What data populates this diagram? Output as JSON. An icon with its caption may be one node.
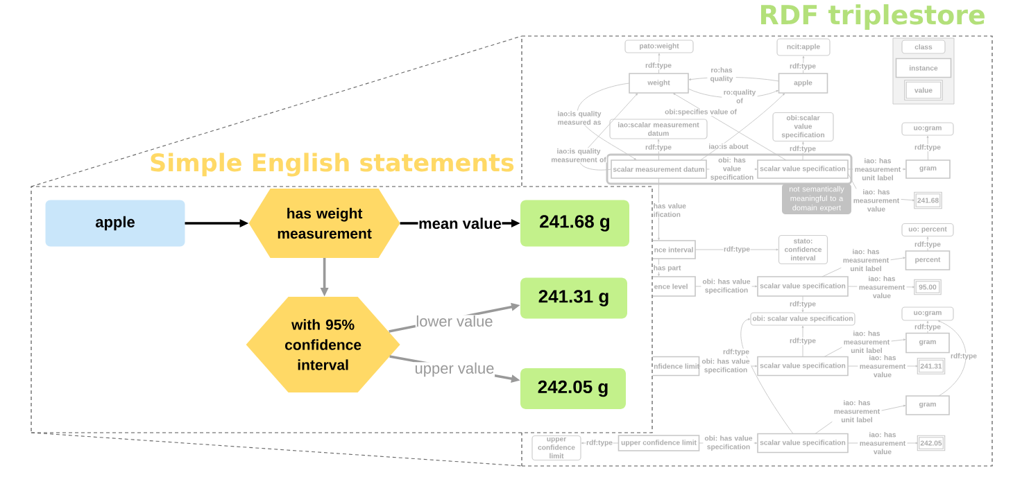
{
  "diagram": {
    "nodes": [
      {
        "text": [
          "RDF triplestore"
        ]
      },
      {
        "text": [
          "pato:weight"
        ],
        "in": 0
      },
      {
        "text": [
          "ncit:apple"
        ],
        "in": 0
      },
      {
        "text": [
          "weight"
        ],
        "in": 0
      },
      {
        "text": [
          "apple"
        ],
        "in": 0
      },
      {
        "text": [
          "iao:scalar measurement datum"
        ],
        "in": 0
      },
      {
        "text": [
          "obi:scalar value specification"
        ],
        "in": 0
      },
      {
        "text": [
          "uo:gram"
        ],
        "in": 0
      },
      {
        "text": [
          "not semantically meaningful to a domain expert"
        ],
        "in": 0
      },
      {
        "text": [
          "scalar measurement datum"
        ],
        "in": 8
      },
      {
        "text": [
          "scalar value specification"
        ],
        "in": 8
      },
      {
        "text": [
          "gram"
        ],
        "in": 0
      },
      {
        "text": [
          "241.68"
        ],
        "in": 0
      },
      {
        "text": [
          "nce interval"
        ],
        "in": 0
      },
      {
        "text": [
          "stato: confidence interval"
        ],
        "in": 0
      },
      {
        "text": [
          "uo: percent"
        ],
        "in": 0
      },
      {
        "text": [
          "percent"
        ],
        "in": 0
      },
      {
        "text": [
          "ence level"
        ],
        "in": 0
      },
      {
        "text": [
          "scalar value specification"
        ],
        "in": 0
      },
      {
        "text": [
          "95.00"
        ],
        "in": 0
      },
      {
        "text": [
          "obi: scalar value specification"
        ],
        "in": 0
      },
      {
        "text": [
          "uo:gram"
        ],
        "in": 0
      },
      {
        "text": [
          "gram"
        ],
        "in": 0
      },
      {
        "text": [
          "nfidence limit"
        ],
        "in": 0
      },
      {
        "text": [
          "scalar value specification"
        ],
        "in": 0
      },
      {
        "text": [
          "241.31"
        ],
        "in": 0
      },
      {
        "text": [
          "gram"
        ],
        "in": 0
      },
      {
        "text": [
          "upper confidence limit"
        ],
        "in": 0
      },
      {
        "text": [
          "upper confidence limit"
        ],
        "in": 0
      },
      {
        "text": [
          "scalar value specification"
        ],
        "in": 0
      },
      {
        "text": [
          "242.05"
        ],
        "in": 0
      },
      {
        "text": [
          "Simple English statements"
        ]
      },
      {
        "text": [
          "apple"
        ],
        "in": 31
      },
      {
        "text": [
          "has weight measurement"
        ],
        "in": 31
      },
      {
        "text": [
          "241.68 g"
        ]
      },
      {
        "text": [
          "with 95% confidence interval"
        ],
        "in": 31
      },
      {
        "text": [
          "241.31 g"
        ]
      },
      {
        "text": [
          "242.05 g"
        ]
      }
    ],
    "edges": [
      {
        "from": 3,
        "to": 1,
        "arrow": "to",
        "label": "rdf:type"
      },
      {
        "from": 4,
        "to": 2,
        "arrow": "to",
        "label": "rdf:type"
      },
      {
        "from": 4,
        "to": 3,
        "arrow": "to",
        "label": "ro:has quality"
      },
      {
        "from": 3,
        "to": 4,
        "arrow": "to",
        "label": "ro:quality of"
      },
      {
        "from": 3,
        "to": 9,
        "arrow": "to",
        "label": "iao:is quality measured as"
      },
      {
        "from": 9,
        "to": 3,
        "arrow": "to",
        "label": "iao:is quality measurement of"
      },
      {
        "from": 10,
        "to": 3,
        "arrow": "to",
        "label": "obi:specifies value of"
      },
      {
        "from": 9,
        "to": 4,
        "arrow": "to",
        "label": "iao:is about"
      },
      {
        "from": 9,
        "to": 5,
        "arrow": "to",
        "label": "rdf:type"
      },
      {
        "from": 10,
        "to": 6,
        "arrow": "to",
        "label": "rdf:type"
      },
      {
        "from": 9,
        "to": 10,
        "arrow": "to",
        "label": "obi: has value specification"
      },
      {
        "from": 11,
        "to": 7,
        "arrow": "to",
        "label": "rdf:type"
      },
      {
        "from": 10,
        "to": 11,
        "arrow": "to",
        "label": "iao: has measurement unit label"
      },
      {
        "from": 10,
        "to": 12,
        "arrow": "to",
        "label": "iao: has measurement value"
      },
      {
        "from": 9,
        "to": 13,
        "arrow": "to",
        "label": "has value ification"
      },
      {
        "from": 13,
        "to": 14,
        "arrow": "to",
        "label": "rdf:type"
      },
      {
        "from": 13,
        "to": 17,
        "arrow": "to",
        "label": "has part"
      },
      {
        "from": 16,
        "to": 15,
        "arrow": "to",
        "label": "rdf:type"
      },
      {
        "from": 17,
        "to": 18,
        "arrow": "to",
        "label": "obi: has value specification"
      },
      {
        "from": 18,
        "to": 16,
        "arrow": "to",
        "label": "iao: has measurement unit label"
      },
      {
        "from": 18,
        "to": 19,
        "arrow": "to",
        "label": "iao: has measurement value"
      },
      {
        "from": 18,
        "to": 20,
        "arrow": "to",
        "label": "rdf:type"
      },
      {
        "from": 24,
        "to": 20,
        "arrow": "to",
        "label": "rdf:type"
      },
      {
        "from": 29,
        "to": 20,
        "arrow": "to",
        "label": "rdf:type"
      },
      {
        "from": 22,
        "to": 21,
        "arrow": "to",
        "label": "rdf:type"
      },
      {
        "from": 26,
        "to": 21,
        "arrow": "to",
        "label": "rdf:type"
      },
      {
        "from": 23,
        "to": 24,
        "arrow": "to",
        "label": "obi: has value specification"
      },
      {
        "from": 24,
        "to": 22,
        "arrow": "to",
        "label": "iao: has measurement unit label"
      },
      {
        "from": 24,
        "to": 25,
        "arrow": "to",
        "label": "iao: has measurement value"
      },
      {
        "from": 29,
        "to": 26,
        "arrow": "to",
        "label": "iao: has measurement unit label"
      },
      {
        "from": 28,
        "to": 27,
        "arrow": "to",
        "label": "rdf:type"
      },
      {
        "from": 28,
        "to": 29,
        "arrow": "to",
        "label": "obi: has value specification"
      },
      {
        "from": 29,
        "to": 30,
        "arrow": "to",
        "label": "iao: has measurement value"
      },
      {
        "from": 32,
        "to": 33,
        "arrow": "to",
        "style": "thick",
        "color": "#000000"
      },
      {
        "from": 33,
        "to": 34,
        "arrow": "to",
        "label": "mean value",
        "style": "thick",
        "color": "#000000"
      },
      {
        "from": 33,
        "to": 35,
        "arrow": "to",
        "style": "thick",
        "color": "#999999"
      },
      {
        "from": 35,
        "to": 36,
        "arrow": "to",
        "label": "lower value",
        "style": "thick",
        "color": "#999999"
      },
      {
        "from": 35,
        "to": 37,
        "arrow": "to",
        "label": "upper value",
        "style": "thick",
        "color": "#999999"
      },
      {
        "from": 31,
        "to": 0,
        "arrow": "none",
        "style": "dashed",
        "color": "#666666"
      },
      {
        "from": 31,
        "to": 0,
        "arrow": "none",
        "style": "dashed",
        "color": "#666666"
      }
    ],
    "legend": [
      {
        "text": "class"
      },
      {
        "text": "instance"
      },
      {
        "text": "value"
      }
    ]
  }
}
